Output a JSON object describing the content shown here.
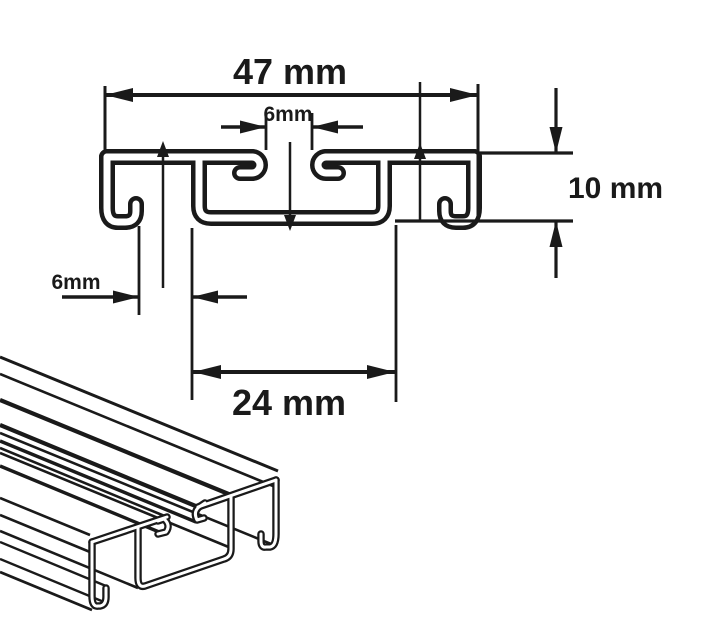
{
  "drawing": {
    "background_color": "#ffffff",
    "line_color": "#1a1a1a",
    "labels": {
      "overall_width": "47 mm",
      "top_slot_width": "6mm",
      "profile_height": "10 mm",
      "side_groove_width": "6mm",
      "channel_width": "24 mm"
    }
  }
}
